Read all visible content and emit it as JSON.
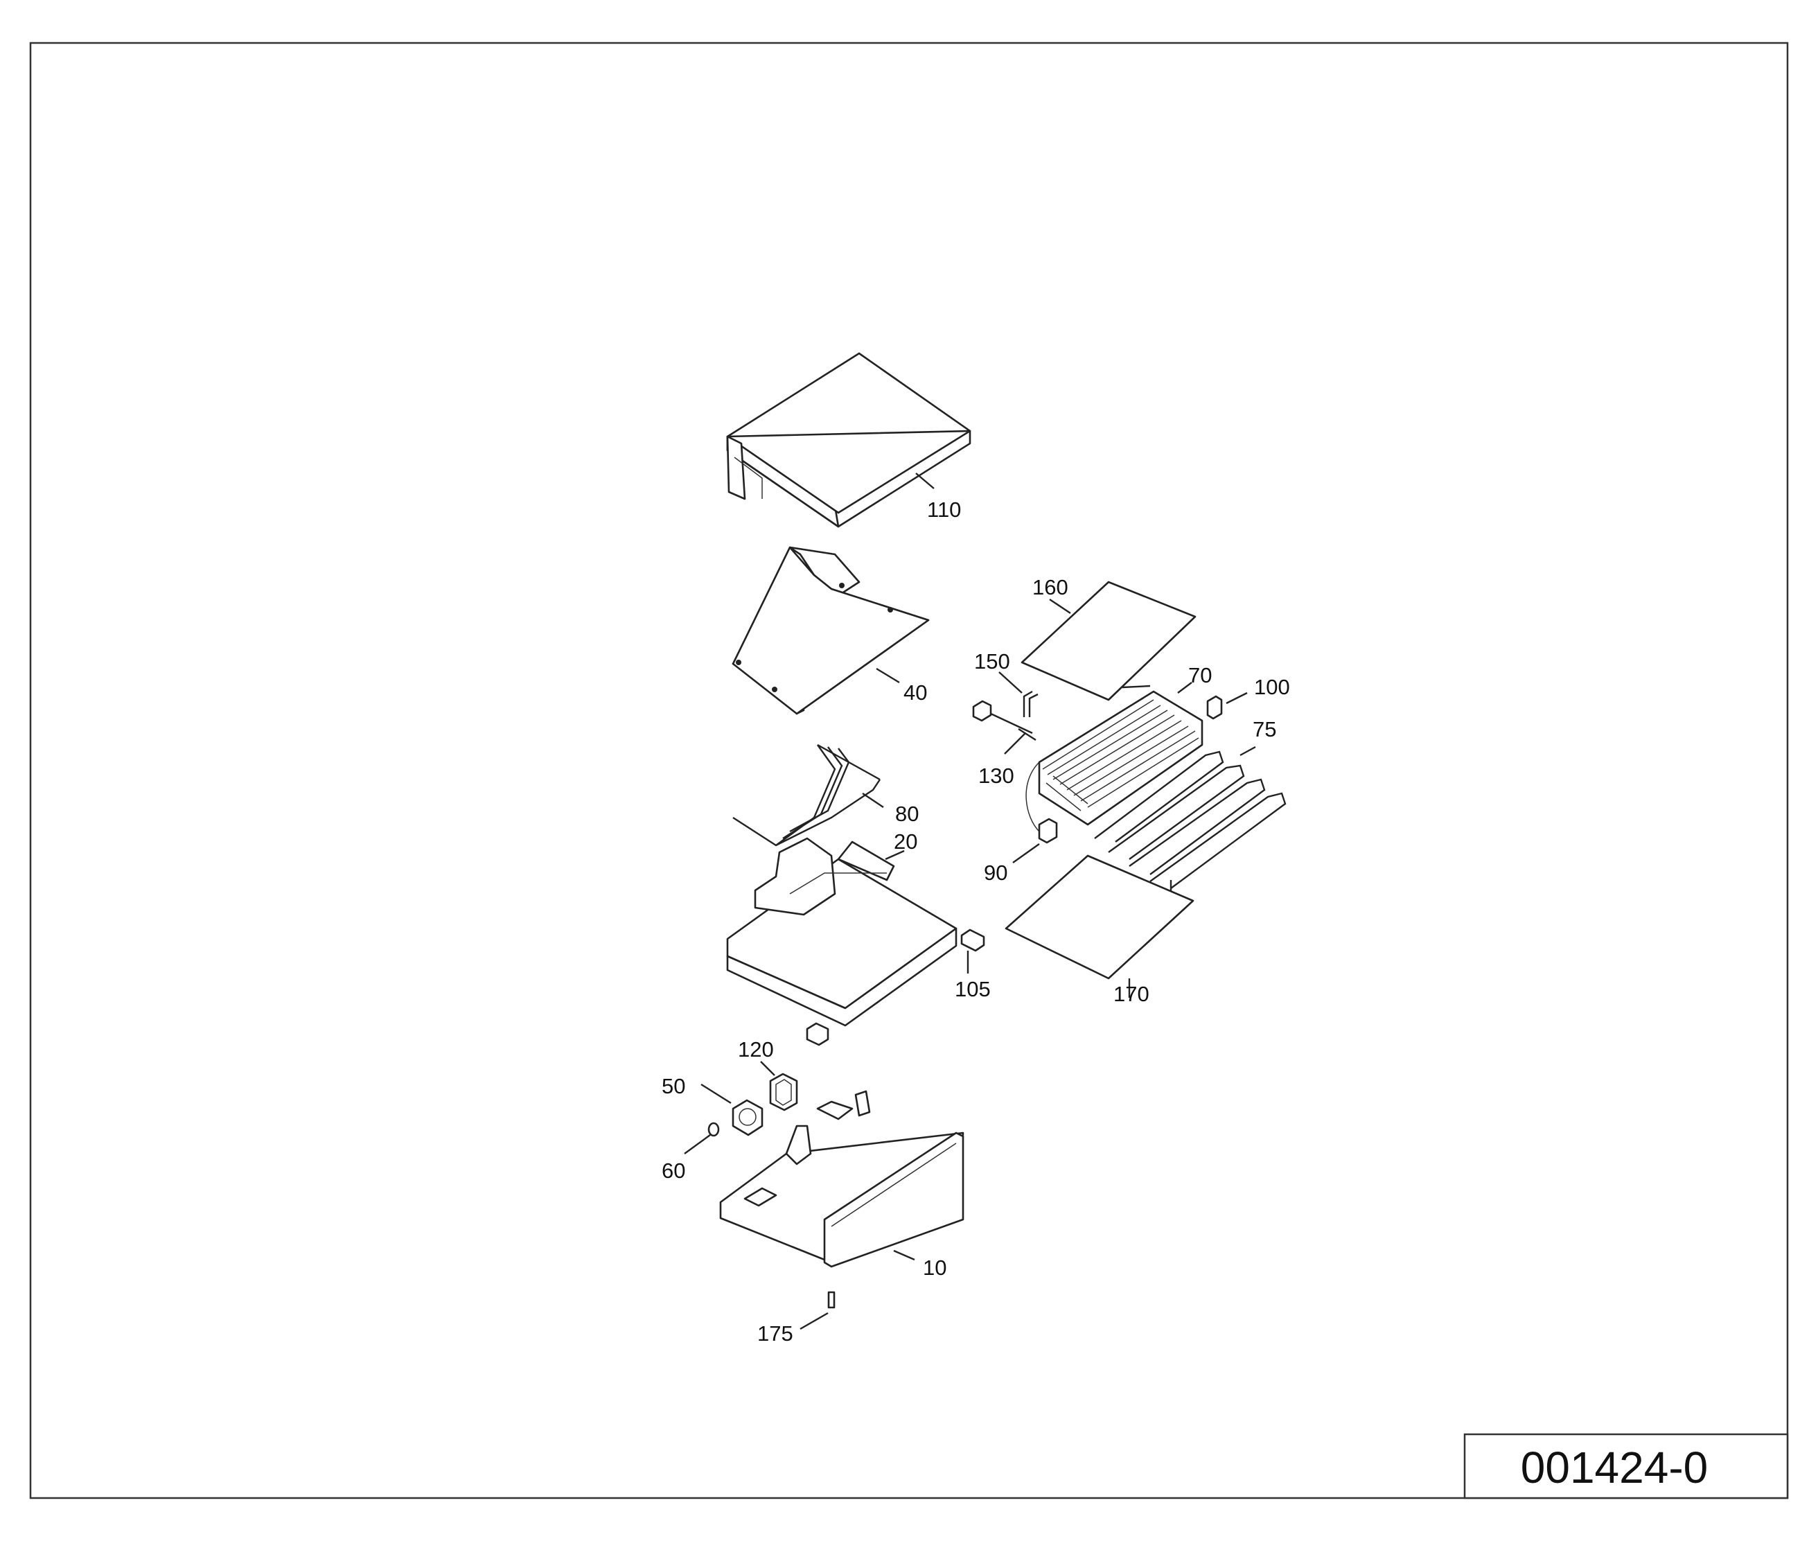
{
  "drawing_number": "001424-0",
  "parts": [
    {
      "id": "p110",
      "number": "110"
    },
    {
      "id": "p40",
      "number": "40"
    },
    {
      "id": "p80",
      "number": "80"
    },
    {
      "id": "p20",
      "number": "20"
    },
    {
      "id": "p105",
      "number": "105"
    },
    {
      "id": "p160",
      "number": "160"
    },
    {
      "id": "p150",
      "number": "150"
    },
    {
      "id": "p70",
      "number": "70"
    },
    {
      "id": "p100",
      "number": "100"
    },
    {
      "id": "p75",
      "number": "75"
    },
    {
      "id": "p130",
      "number": "130"
    },
    {
      "id": "p90",
      "number": "90"
    },
    {
      "id": "p170",
      "number": "170"
    },
    {
      "id": "p120",
      "number": "120"
    },
    {
      "id": "p50",
      "number": "50"
    },
    {
      "id": "p60",
      "number": "60"
    },
    {
      "id": "p10",
      "number": "10"
    },
    {
      "id": "p175",
      "number": "175"
    }
  ]
}
